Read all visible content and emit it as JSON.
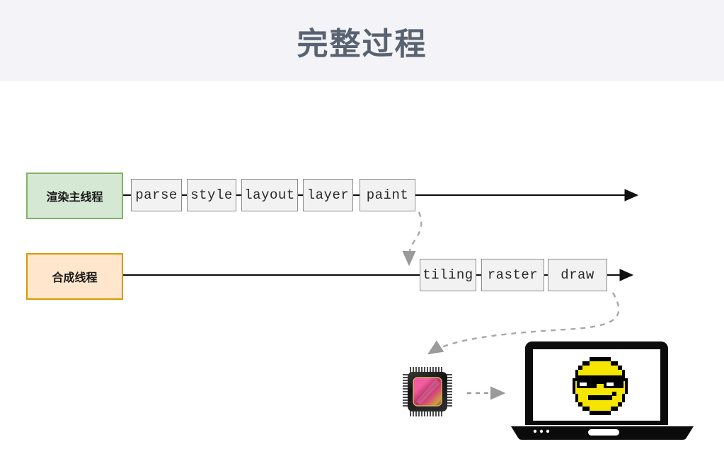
{
  "header": {
    "title": "完整过程",
    "band_color": "#f4f4f8",
    "title_color": "#596270"
  },
  "diagram": {
    "type": "pipeline-flow",
    "lanes": [
      {
        "id": "render-main-thread",
        "label": "渲染主线程",
        "fill": "#d5e8d4",
        "stroke": "#82b366",
        "stages": [
          "parse",
          "style",
          "layout",
          "layer",
          "paint"
        ]
      },
      {
        "id": "compositor-thread",
        "label": "合成线程",
        "fill": "#ffe6cc",
        "stroke": "#d79b00",
        "stages": [
          "tiling",
          "raster",
          "draw"
        ]
      }
    ],
    "stages_row1": [
      {
        "label": "parse"
      },
      {
        "label": "style"
      },
      {
        "label": "layout"
      },
      {
        "label": "layer"
      },
      {
        "label": "paint"
      }
    ],
    "stages_row2": [
      {
        "label": "tiling"
      },
      {
        "label": "raster"
      },
      {
        "label": "draw"
      }
    ],
    "connectors": [
      {
        "from": "paint",
        "to": "tiling",
        "style": "dashed",
        "color": "#a0a0a0"
      },
      {
        "from": "draw",
        "to": "gpu-chip",
        "style": "dashed",
        "color": "#a0a0a0"
      },
      {
        "from": "gpu-chip",
        "to": "laptop-display",
        "style": "dashed",
        "color": "#909090"
      }
    ],
    "icons": [
      {
        "name": "gpu-chip-icon",
        "description": "GPU chip"
      },
      {
        "name": "laptop-display-icon",
        "description": "laptop with cool face"
      }
    ],
    "box_fill": "#f2f2f2",
    "box_stroke": "#8a8a8a",
    "timeline_color": "#1a1a1a"
  }
}
